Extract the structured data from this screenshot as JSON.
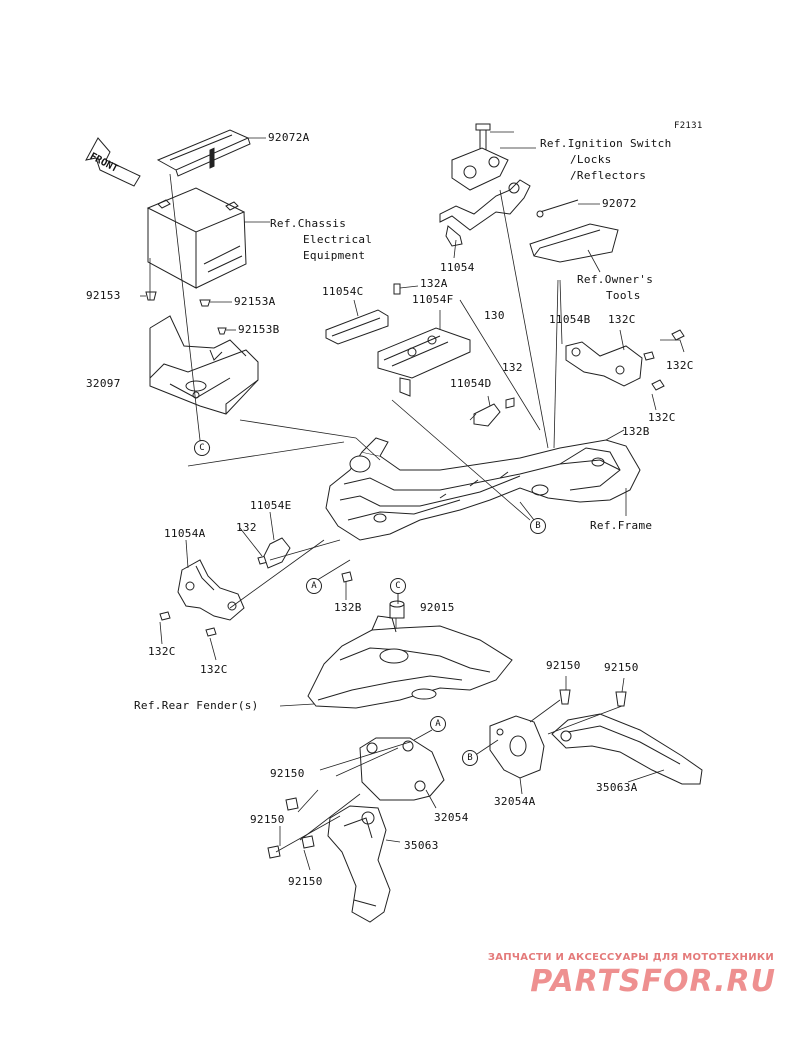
{
  "figure_code": "F2131",
  "front_label": "FRONT",
  "labels": {
    "p92072A": "92072A",
    "ref_ignition": "Ref.Ignition Switch",
    "ref_locks": "/Locks",
    "ref_reflectors": "/Reflectors",
    "ref_chassis_1": "Ref.Chassis",
    "ref_chassis_2": "Electrical",
    "ref_chassis_3": "Equipment",
    "p92072": "92072",
    "p11054": "11054",
    "ref_owners_1": "Ref.Owner's",
    "ref_owners_2": "Tools",
    "p92153": "92153",
    "p92153A": "92153A",
    "p92153B": "92153B",
    "p132A": "132A",
    "p11054C": "11054C",
    "p11054F": "11054F",
    "p130": "130",
    "p11054B": "11054B",
    "p132C_a": "132C",
    "p132C_b": "132C",
    "p32097": "32097",
    "p132_a": "132",
    "p11054D": "11054D",
    "p132C_c": "132C",
    "p132B_a": "132B",
    "p11054E": "11054E",
    "p132_b": "132",
    "p11054A": "11054A",
    "ref_frame": "Ref.Frame",
    "p132B_b": "132B",
    "p92015": "92015",
    "p132C_d": "132C",
    "p132C_e": "132C",
    "p92150_a": "92150",
    "p92150_b": "92150",
    "ref_rear_fender": "Ref.Rear Fender(s)",
    "p92150_c": "92150",
    "p32054": "32054",
    "p32054A": "32054A",
    "p35063A": "35063A",
    "p92150_d": "92150",
    "p35063": "35063",
    "p92150_e": "92150"
  },
  "markers": {
    "C_top": "C",
    "C_mid": "C",
    "B_frame": "B",
    "A_frame": "A",
    "A_stay": "A",
    "B_stay": "B"
  },
  "watermark": {
    "tagline": "ЗАПЧАСТИ И АКСЕССУАРЫ ДЛЯ МОТОТЕХНИКИ",
    "brand": "PARTSFOR.RU",
    "color": "#ee9090"
  }
}
